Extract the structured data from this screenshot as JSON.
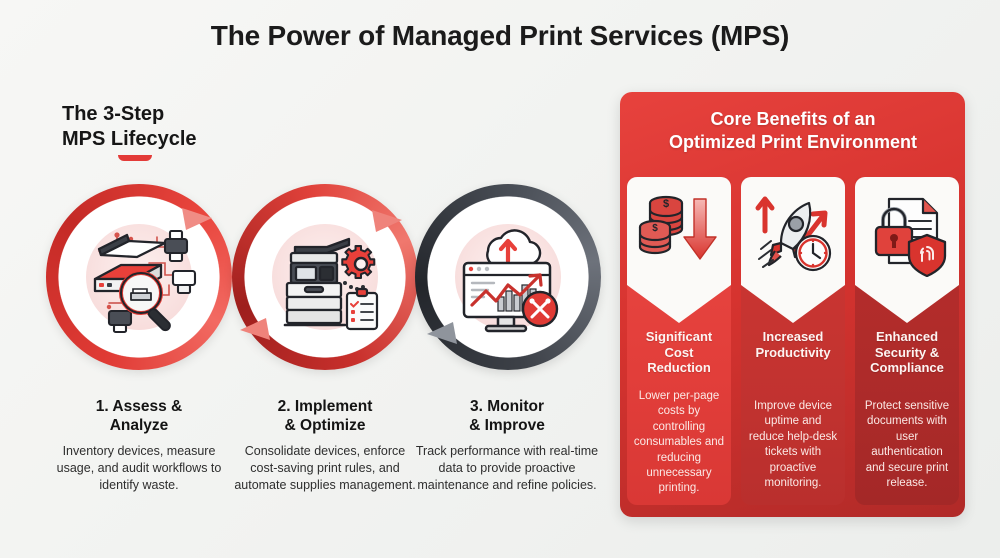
{
  "title": "The Power of Managed Print Services (MPS)",
  "lifecycle": {
    "heading_line1": "The 3-Step",
    "heading_line2": "MPS Lifecycle",
    "steps": [
      {
        "title_line1": "1. Assess &",
        "title_line2": "Analyze",
        "desc": "Inventory devices, measure usage, and audit workflows to identify waste.",
        "icon": "scanner-magnifier-printers-icon",
        "ring_color": "#e03b35"
      },
      {
        "title_line1": "2. Implement",
        "title_line2": "& Optimize",
        "desc": "Consolidate devices, enforce cost-saving print rules, and automate supplies management.",
        "icon": "copier-gear-checklist-icon",
        "ring_color": "#c8302c"
      },
      {
        "title_line1": "3. Monitor",
        "title_line2": "& Improve",
        "desc": "Track performance with real-time data to provide proactive maintenance and refine policies.",
        "icon": "monitor-chart-cloud-tools-icon",
        "ring_color": "#3d4148"
      }
    ]
  },
  "benefits": {
    "panel_title_line1": "Core Benefits of an",
    "panel_title_line2": "Optimized Print Environment",
    "cards": [
      {
        "title_line1": "Significant",
        "title_line2": "Cost",
        "title_line3": "Reduction",
        "desc": "Lower per-page costs by controlling consumables and reducing unnecessary printing.",
        "icon": "coins-down-arrow-icon",
        "color": "#e8413f"
      },
      {
        "title_line1": "Increased",
        "title_line2": "Productivity",
        "title_line3": "",
        "desc": "Improve device uptime and reduce help-desk tickets with proactive monitoring.",
        "icon": "rocket-clock-up-arrows-icon",
        "color": "#c0332f"
      },
      {
        "title_line1": "Enhanced",
        "title_line2": "Security &",
        "title_line3": "Compliance",
        "desc": "Protect sensitive documents with user authentication and secure print release.",
        "icon": "lock-document-shield-fingerprint-icon",
        "color": "#b42b2b"
      }
    ]
  },
  "colors": {
    "background": "#f3f4f2",
    "accent_red": "#e33b38",
    "dark": "#3d4148",
    "text": "#1b1b1b"
  }
}
